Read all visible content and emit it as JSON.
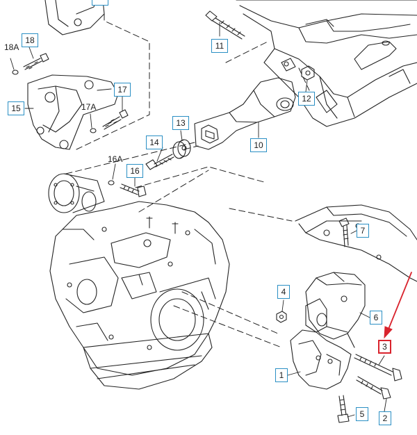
{
  "callouts": {
    "c1": "1",
    "c2": "2",
    "c3": "3",
    "c4": "4",
    "c5": "5",
    "c6": "6",
    "c7": "7",
    "c10": "10",
    "c11": "11",
    "c12": "12",
    "c13": "13",
    "c14": "14",
    "c15": "15",
    "c16": "16",
    "c17": "17",
    "c18": "18"
  },
  "plain_labels": {
    "l16a": "16A",
    "l17a": "17A",
    "l18a": "18A"
  },
  "colors": {
    "line": "#222222",
    "callout_border": "#2a8fc4",
    "highlight": "#d9232d"
  }
}
